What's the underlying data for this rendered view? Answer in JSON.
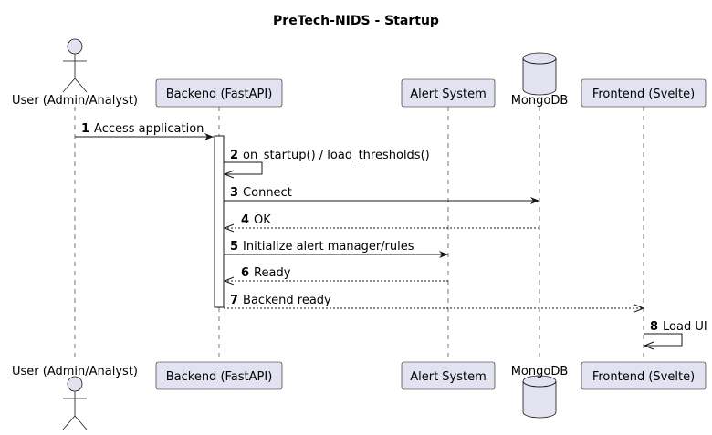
{
  "title": "PreTech-NIDS - Startup",
  "participants": [
    {
      "id": "user",
      "label": "User (Admin/Analyst)",
      "kind": "actor"
    },
    {
      "id": "backend",
      "label": "Backend (FastAPI)",
      "kind": "participant"
    },
    {
      "id": "alert",
      "label": "Alert System",
      "kind": "participant"
    },
    {
      "id": "mongo",
      "label": "MongoDB",
      "kind": "database"
    },
    {
      "id": "frontend",
      "label": "Frontend (Svelte)",
      "kind": "participant"
    }
  ],
  "messages": [
    {
      "num": "1",
      "text": "Access application",
      "from": "user",
      "to": "backend",
      "style": "solid"
    },
    {
      "num": "2",
      "text": "on_startup() / load_thresholds()",
      "from": "backend",
      "to": "backend",
      "style": "solid"
    },
    {
      "num": "3",
      "text": "Connect",
      "from": "backend",
      "to": "mongo",
      "style": "solid"
    },
    {
      "num": "4",
      "text": "OK",
      "from": "mongo",
      "to": "backend",
      "style": "dashed"
    },
    {
      "num": "5",
      "text": "Initialize alert manager/rules",
      "from": "backend",
      "to": "alert",
      "style": "solid"
    },
    {
      "num": "6",
      "text": "Ready",
      "from": "alert",
      "to": "backend",
      "style": "dashed"
    },
    {
      "num": "7",
      "text": "Backend ready",
      "from": "backend",
      "to": "frontend",
      "style": "dashed"
    },
    {
      "num": "8",
      "text": "Load UI",
      "from": "frontend",
      "to": "frontend",
      "style": "solid"
    }
  ]
}
